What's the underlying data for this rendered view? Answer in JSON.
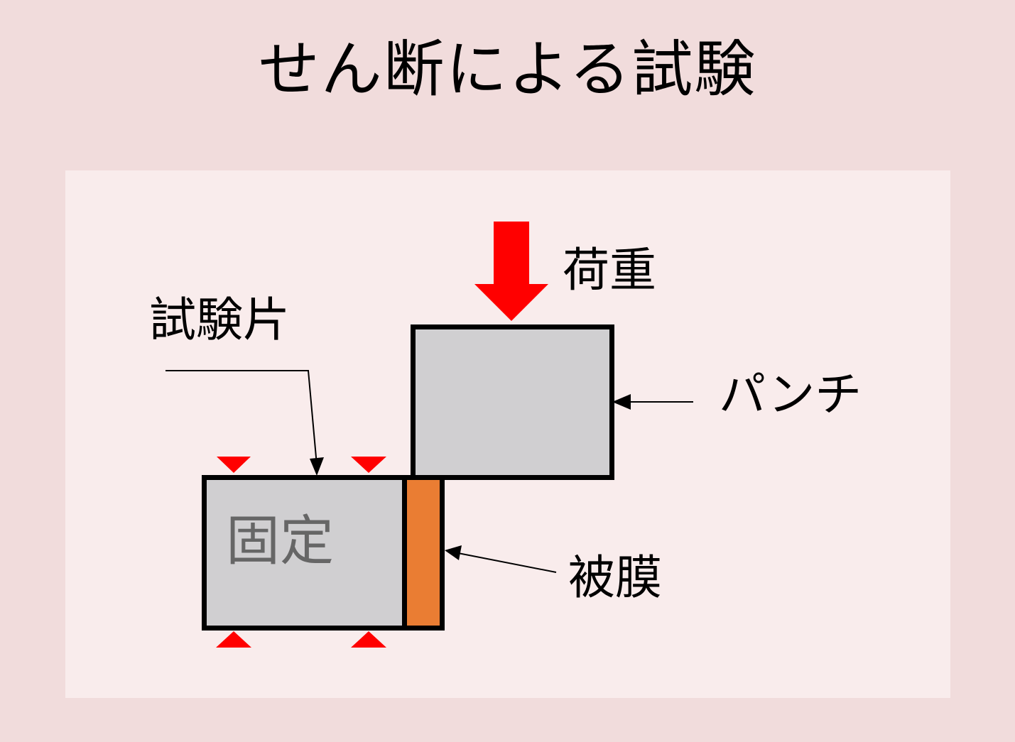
{
  "title": "せん断による試験",
  "labels": {
    "load": "荷重",
    "specimen": "試験片",
    "punch": "パンチ",
    "fixed": "固定",
    "coating": "被膜"
  },
  "colors": {
    "background": "#f1dcdc",
    "panel": "#f9ecec",
    "block_fill": "#d0cfd1",
    "coating_fill": "#ea7d33",
    "load_arrow": "#ff0000",
    "fixture_marks": "#ff0000",
    "fixed_text": "#666666"
  }
}
